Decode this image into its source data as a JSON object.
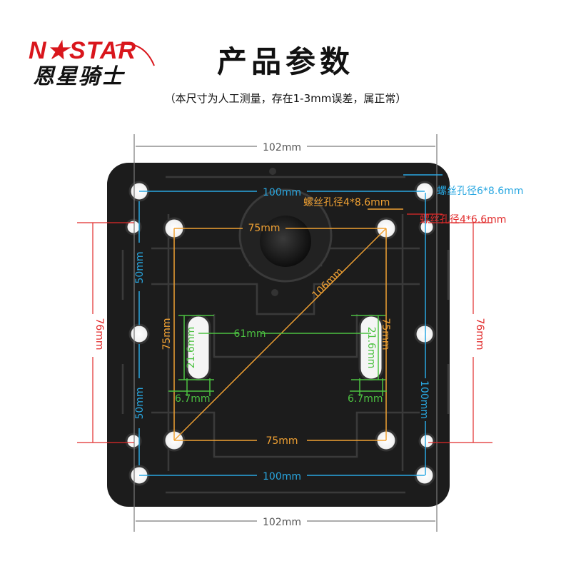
{
  "brand": {
    "logo_top": "N★STAR",
    "logo_bottom": "恩星骑士"
  },
  "title": "产品参数",
  "subtitle": "（本尺寸为人工测量，存在1-3mm误差，属正常）",
  "dimensions": {
    "top_width": "102mm",
    "bottom_width": "102mm",
    "left_height": "76mm",
    "right_height": "76mm",
    "top_inner": "100mm",
    "bottom_inner": "100mm",
    "top_75": "75mm",
    "bottom_75": "75mm",
    "left_50_top": "50mm",
    "left_50_bottom": "50mm",
    "left_75": "75mm",
    "right_75": "75mm",
    "right_100": "100mm",
    "diagonal": "106mm",
    "slot_spacing": "61mm",
    "slot_length_left": "21.6mm",
    "slot_length_right": "21.6mm",
    "slot_width_left": "6.7mm",
    "slot_width_right": "6.7mm"
  },
  "hole_labels": {
    "blue": "螺丝孔径6*8.6mm",
    "orange": "螺丝孔径4*8.6mm",
    "red": "螺丝孔径4*6.6mm"
  },
  "colors": {
    "blue": "#29a7e1",
    "orange": "#f0a133",
    "red": "#e12a2a",
    "green": "#4cc241",
    "gray": "#7a7a7a",
    "plate": "#1c1c1c",
    "brand_red": "#d9161c"
  }
}
